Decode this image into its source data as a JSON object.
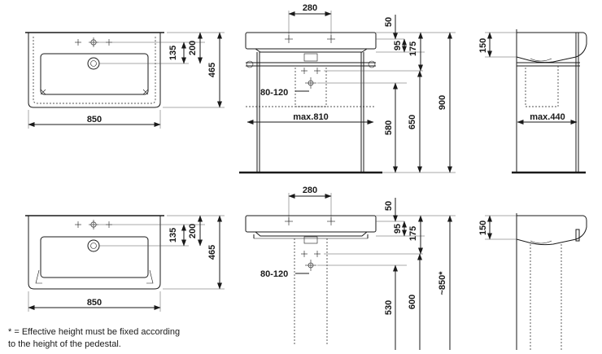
{
  "top": {
    "plan": {
      "width": "850",
      "depth": "465",
      "d200": "200",
      "d135": "135"
    },
    "front": {
      "spacing": "280",
      "d50": "50",
      "d95": "95",
      "d175": "175",
      "d80_120": "80-120",
      "max_width": "max.810",
      "h580": "580",
      "h650": "650",
      "h900": "900"
    },
    "side": {
      "d150": "150",
      "max_depth": "max.440"
    }
  },
  "bottom": {
    "plan": {
      "width": "850",
      "depth": "465",
      "d200": "200",
      "d135": "135"
    },
    "front": {
      "spacing": "280",
      "d50": "50",
      "d95": "95",
      "d175": "175",
      "d80_120": "80-120",
      "h530": "530",
      "h600": "600",
      "h850": "~850*"
    },
    "side": {
      "d150": "150"
    }
  },
  "footnote": {
    "line1": "* = Effective height must be fixed according",
    "line2": "to the height of the pedestal."
  }
}
